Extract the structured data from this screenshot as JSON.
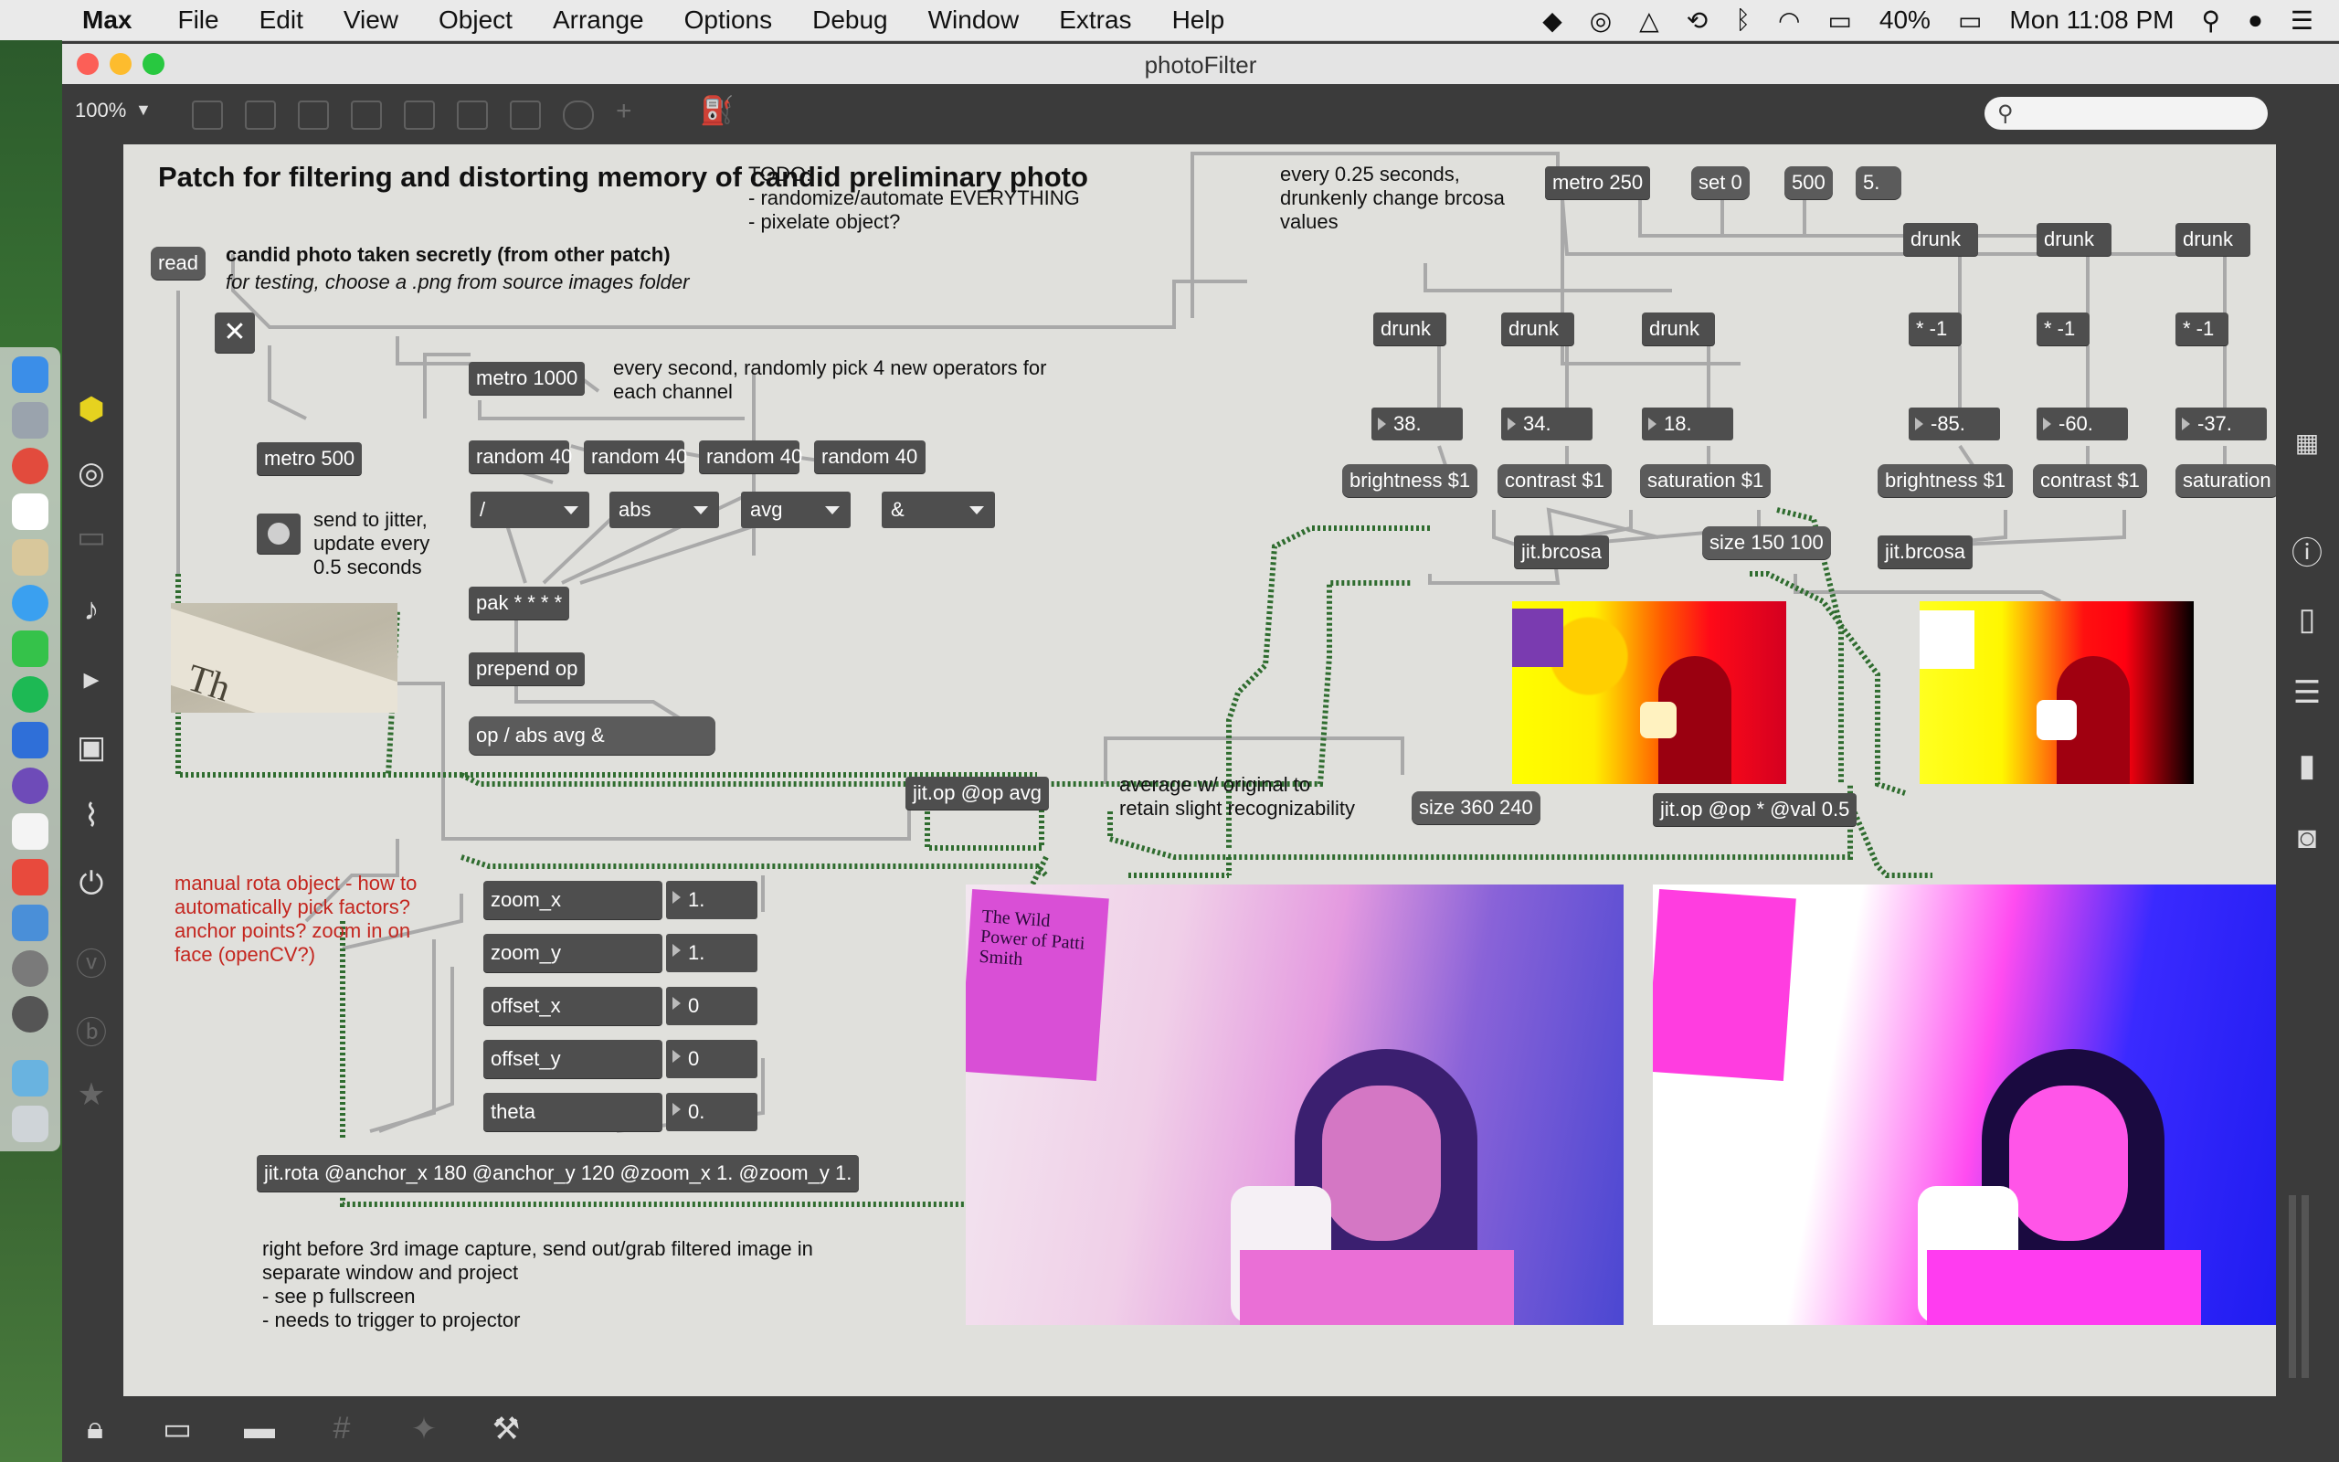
{
  "menubar": {
    "app": "Max",
    "items": [
      "File",
      "Edit",
      "View",
      "Object",
      "Arrange",
      "Options",
      "Debug",
      "Window",
      "Extras",
      "Help"
    ],
    "battery": "40%",
    "clock": "Mon 11:08 PM"
  },
  "window": {
    "title": "photoFilter",
    "zoom": "100%"
  },
  "patch": {
    "title": "Patch for filtering and distorting memory of candid preliminary photo",
    "todo": [
      "TODO:",
      "- randomize/automate EVERYTHING",
      "- pixelate object?"
    ],
    "read": "read",
    "photo_caption": "candid photo taken secretly (from other patch)",
    "photo_caption2": "for testing, choose a .png from source images folder",
    "metro1000": "metro 1000",
    "metro1000_comment": [
      "every second, randomly pick 4 new operators for",
      "each channel"
    ],
    "metro500": "metro 500",
    "jitter_comment": [
      "send to jitter,",
      "update every",
      "0.5 seconds"
    ],
    "randoms": [
      "random 40",
      "random 40",
      "random 40",
      "random 40"
    ],
    "menus": [
      "/",
      "abs",
      "avg",
      "&"
    ],
    "pak": "pak * * * *",
    "prepend": "prepend op",
    "op_msg": "op / abs avg &",
    "jitop_avg": "jit.op @op avg",
    "avg_comment": [
      "average w/ original to",
      "retain slight recognizability"
    ],
    "size_360": "size 360 240",
    "jitop_val": "jit.op @op * @val 0.5",
    "size_150": "size 150 100",
    "brcosa_comment": [
      "every 0.25 seconds,",
      "drunkenly change brcosa",
      "values"
    ],
    "metro250": "metro 250",
    "set0": "set 0",
    "n500": "500",
    "n5": "5.",
    "drunks": [
      "drunk",
      "drunk",
      "drunk",
      "drunk",
      "drunk",
      "drunk"
    ],
    "mults": [
      "* -1",
      "* -1",
      "* -1"
    ],
    "nums_left": [
      "38.",
      "34.",
      "18."
    ],
    "nums_right": [
      "-85.",
      "-60.",
      "-37."
    ],
    "msgs_left": [
      "brightness $1",
      "contrast $1",
      "saturation $1"
    ],
    "msgs_right": [
      "brightness $1",
      "contrast $1",
      "saturation"
    ],
    "brcosa1": "jit.brcosa",
    "brcosa2": "jit.brcosa",
    "rota_comment": [
      "manual rota object - how to",
      "automatically pick factors?",
      "anchor points? zoom in on",
      "face (openCV?)"
    ],
    "rota_labels": [
      "zoom_x",
      "zoom_y",
      "offset_x",
      "offset_y",
      "theta"
    ],
    "rota_values": [
      "1.",
      "1.",
      "0",
      "0",
      "0."
    ],
    "rota": "jit.rota @anchor_x 180 @anchor_y 120 @zoom_x 1. @zoom_y 1.",
    "bottom_comment": [
      "right before 3rd image capture, send out/grab filtered image in",
      "separate window and project",
      "- see p fullscreen",
      "- needs to trigger to projector"
    ],
    "poster_text": "The Wild Power of Patti Smith",
    "thumb_text": "Th"
  },
  "colors": {
    "comment_red": "#c4261f",
    "patch_cord_green": "#2f6c2f",
    "object_gray": "#4e4e4e"
  }
}
